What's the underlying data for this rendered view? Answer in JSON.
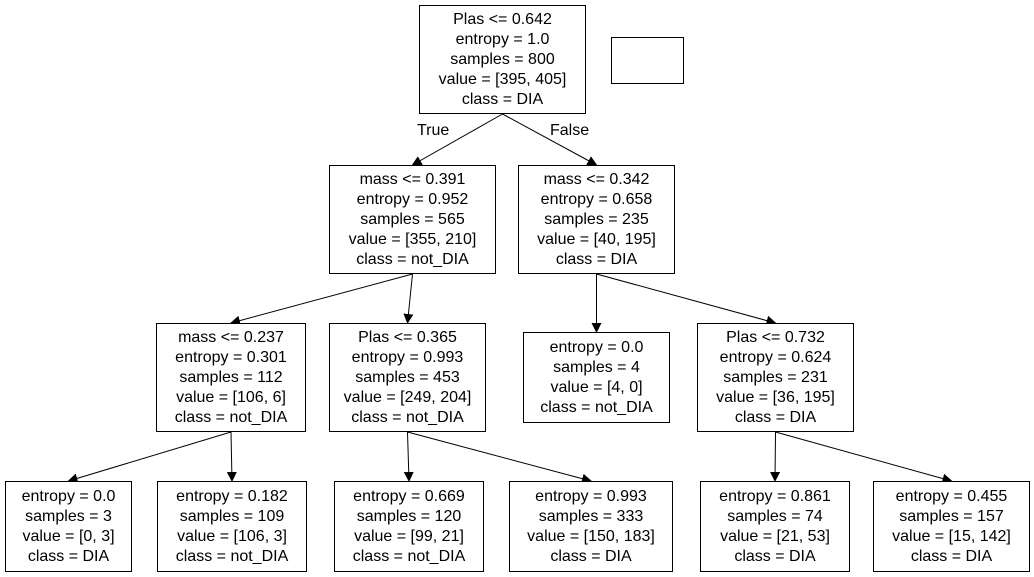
{
  "tree": {
    "nodes": [
      {
        "id": "n0",
        "lines": [
          "Plas <= 0.642",
          "entropy = 1.0",
          "samples = 800",
          "value = [395, 405]",
          "class = DIA"
        ]
      },
      {
        "id": "n1",
        "lines": [
          "mass <= 0.391",
          "entropy = 0.952",
          "samples = 565",
          "value = [355, 210]",
          "class = not_DIA"
        ]
      },
      {
        "id": "n2",
        "lines": [
          "mass <= 0.342",
          "entropy = 0.658",
          "samples = 235",
          "value = [40, 195]",
          "class = DIA"
        ]
      },
      {
        "id": "n3",
        "lines": [
          "mass <= 0.237",
          "entropy = 0.301",
          "samples = 112",
          "value = [106, 6]",
          "class = not_DIA"
        ]
      },
      {
        "id": "n4",
        "lines": [
          "Plas <= 0.365",
          "entropy = 0.993",
          "samples = 453",
          "value = [249, 204]",
          "class = not_DIA"
        ]
      },
      {
        "id": "n5",
        "lines": [
          "entropy = 0.0",
          "samples = 4",
          "value = [4, 0]",
          "class = not_DIA"
        ]
      },
      {
        "id": "n6",
        "lines": [
          "Plas <= 0.732",
          "entropy = 0.624",
          "samples = 231",
          "value = [36, 195]",
          "class = DIA"
        ]
      },
      {
        "id": "n7",
        "lines": [
          "entropy = 0.0",
          "samples = 3",
          "value = [0, 3]",
          "class = DIA"
        ]
      },
      {
        "id": "n8",
        "lines": [
          "entropy = 0.182",
          "samples = 109",
          "value = [106, 3]",
          "class = not_DIA"
        ]
      },
      {
        "id": "n9",
        "lines": [
          "entropy = 0.669",
          "samples = 120",
          "value = [99, 21]",
          "class = not_DIA"
        ]
      },
      {
        "id": "n10",
        "lines": [
          "entropy = 0.993",
          "samples = 333",
          "value = [150, 183]",
          "class = DIA"
        ]
      },
      {
        "id": "n11",
        "lines": [
          "entropy = 0.861",
          "samples = 74",
          "value = [21, 53]",
          "class = DIA"
        ]
      },
      {
        "id": "n12",
        "lines": [
          "entropy = 0.455",
          "samples = 157",
          "value = [15, 142]",
          "class = DIA"
        ]
      }
    ],
    "edges": [
      {
        "from": "n0",
        "to": "n1",
        "label": "True"
      },
      {
        "from": "n0",
        "to": "n2",
        "label": "False"
      },
      {
        "from": "n1",
        "to": "n3",
        "label": ""
      },
      {
        "from": "n1",
        "to": "n4",
        "label": ""
      },
      {
        "from": "n2",
        "to": "n5",
        "label": ""
      },
      {
        "from": "n2",
        "to": "n6",
        "label": ""
      },
      {
        "from": "n3",
        "to": "n7",
        "label": ""
      },
      {
        "from": "n3",
        "to": "n8",
        "label": ""
      },
      {
        "from": "n4",
        "to": "n9",
        "label": ""
      },
      {
        "from": "n4",
        "to": "n10",
        "label": ""
      },
      {
        "from": "n6",
        "to": "n11",
        "label": ""
      },
      {
        "from": "n6",
        "to": "n12",
        "label": ""
      }
    ]
  }
}
